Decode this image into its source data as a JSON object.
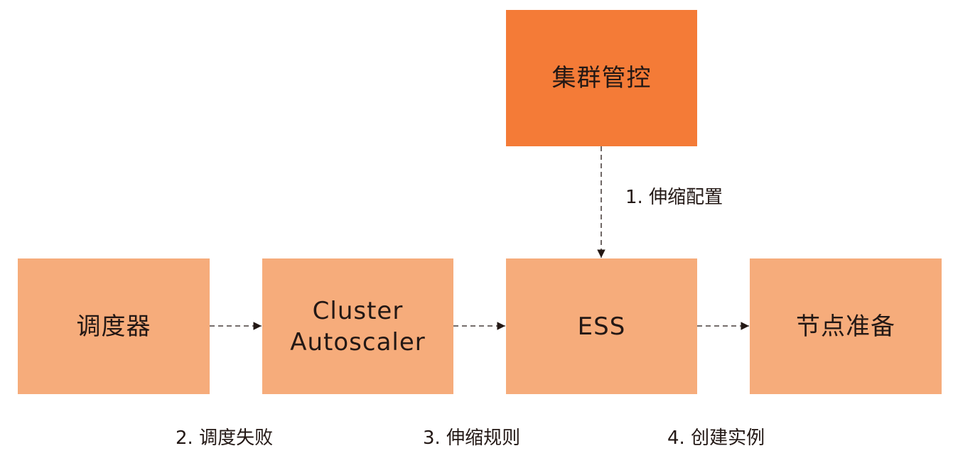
{
  "colors": {
    "primary_box": "#F47B37",
    "secondary_box": "#F6AC7B",
    "text": "#231815",
    "arrow": "#231815"
  },
  "nodes": {
    "cluster_control": "集群管控",
    "scheduler": "调度器",
    "cluster_autoscaler": "Cluster\nAutoscaler",
    "ess": "ESS",
    "node_prepare": "节点准备"
  },
  "edges": [
    {
      "from": "cluster_control",
      "to": "ess",
      "label": "1. 伸缩配置",
      "style": "dashed"
    },
    {
      "from": "scheduler",
      "to": "cluster_autoscaler",
      "label": "2. 调度失败",
      "style": "dashed"
    },
    {
      "from": "cluster_autoscaler",
      "to": "ess",
      "label": "3. 伸缩规则",
      "style": "dashed"
    },
    {
      "from": "ess",
      "to": "node_prepare",
      "label": "4. 创建实例",
      "style": "dashed"
    }
  ]
}
